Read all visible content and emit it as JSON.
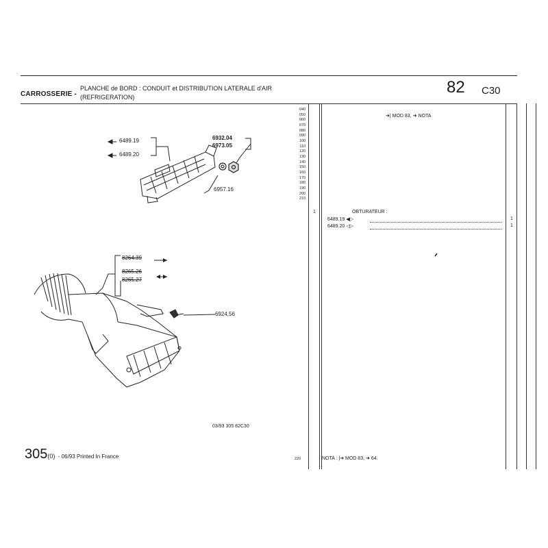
{
  "header": {
    "section": "CARROSSERIE -",
    "title_line1": "PLANCHE de BORD : CONDUIT et DISTRIBUTION LATERALE d'AIR",
    "title_line2": "(REFRIGERATION)",
    "page_number": "82",
    "group_code": "C30"
  },
  "diagram_top": {
    "left_refs": [
      "6489.19",
      "6489.20"
    ],
    "right_refs": [
      "6932.04",
      "6973.05"
    ],
    "bottom_ref": "6957.16"
  },
  "diagram_bottom": {
    "struck_refs": [
      "8264.39",
      "8265.26",
      "8265.27"
    ],
    "screw_ref": "6924,56"
  },
  "row_numbers": [
    "040",
    "050",
    "060",
    "070",
    "080",
    "090",
    "100",
    "110",
    "120",
    "130",
    "140",
    "150",
    "160",
    "170",
    "180",
    "190",
    "200",
    "210"
  ],
  "last_row_number": "220",
  "table": {
    "top_note": "MOD 83,",
    "top_note_end": "NOTA",
    "item_no": "1",
    "item_title": "OBTURATEUR :",
    "parts": [
      {
        "ref": "6489.19",
        "qty": "1"
      },
      {
        "ref": "6489.20",
        "qty": "1"
      }
    ],
    "footer_note_start": "NOTA :",
    "footer_note_mid": "MOD 83,",
    "footer_note_end": "64."
  },
  "footer": {
    "doc_ref": "03/93  305  82C30",
    "model": "305",
    "model_sub": "(0)",
    "print_info": "- 06/93 Printed In France"
  }
}
